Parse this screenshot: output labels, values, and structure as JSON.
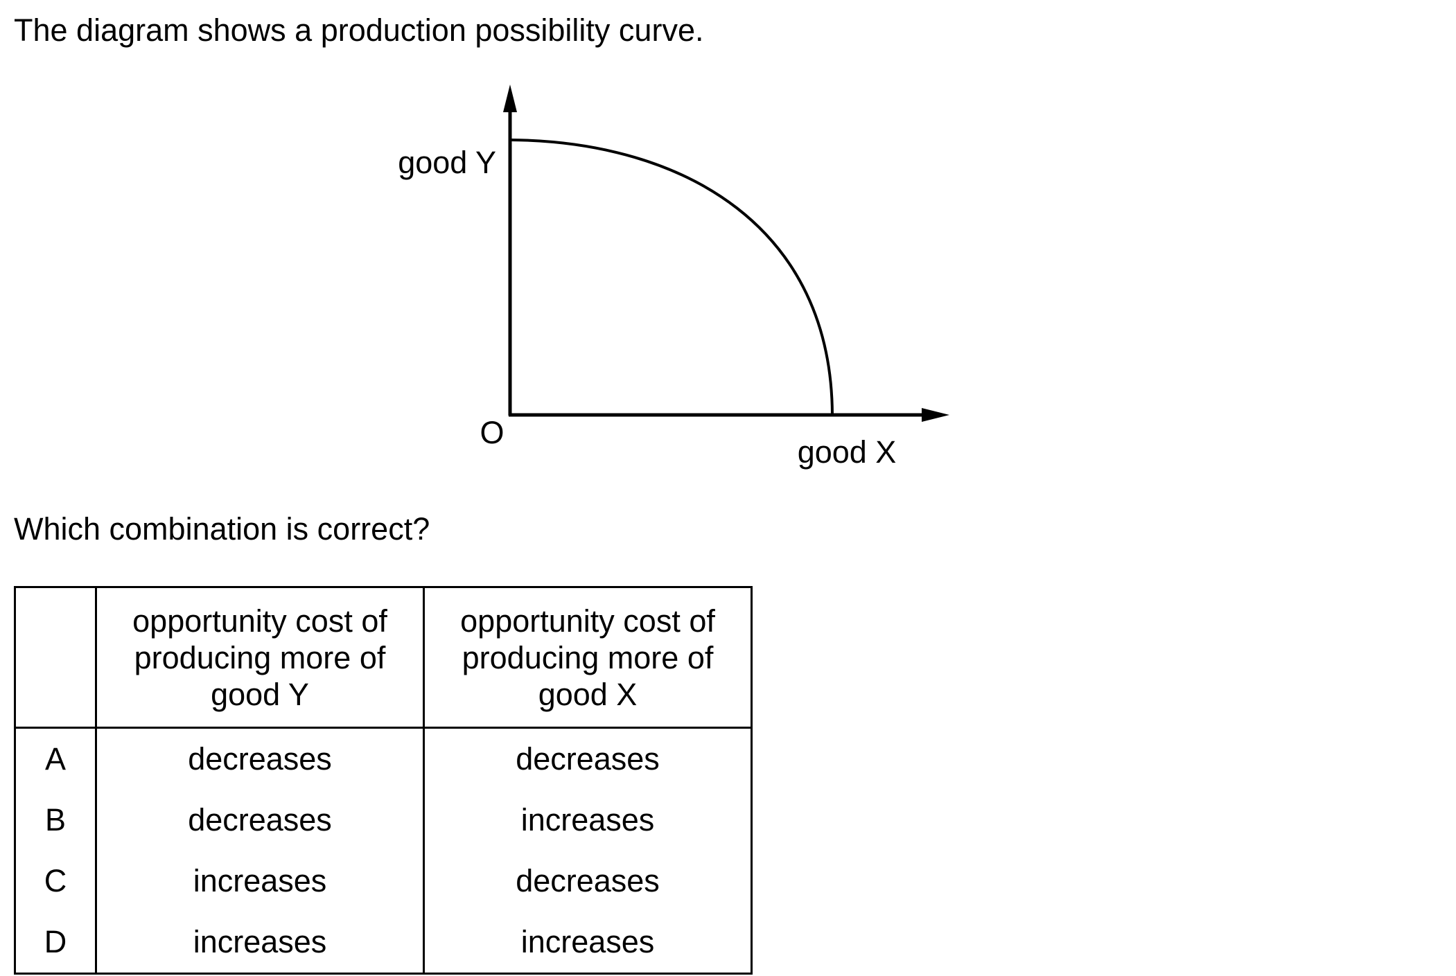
{
  "intro_text": "The diagram shows a production possibility curve.",
  "diagram": {
    "y_axis_label": "good Y",
    "x_axis_label": "good X",
    "origin_label": "O"
  },
  "question_text": "Which combination is correct?",
  "table": {
    "headers": [
      "",
      "opportunity cost of producing more of good Y",
      "opportunity cost of producing more of good X"
    ],
    "rows": [
      {
        "option": "A",
        "cost_y": "decreases",
        "cost_x": "decreases"
      },
      {
        "option": "B",
        "cost_y": "decreases",
        "cost_x": "increases"
      },
      {
        "option": "C",
        "cost_y": "increases",
        "cost_x": "decreases"
      },
      {
        "option": "D",
        "cost_y": "increases",
        "cost_x": "increases"
      }
    ]
  }
}
